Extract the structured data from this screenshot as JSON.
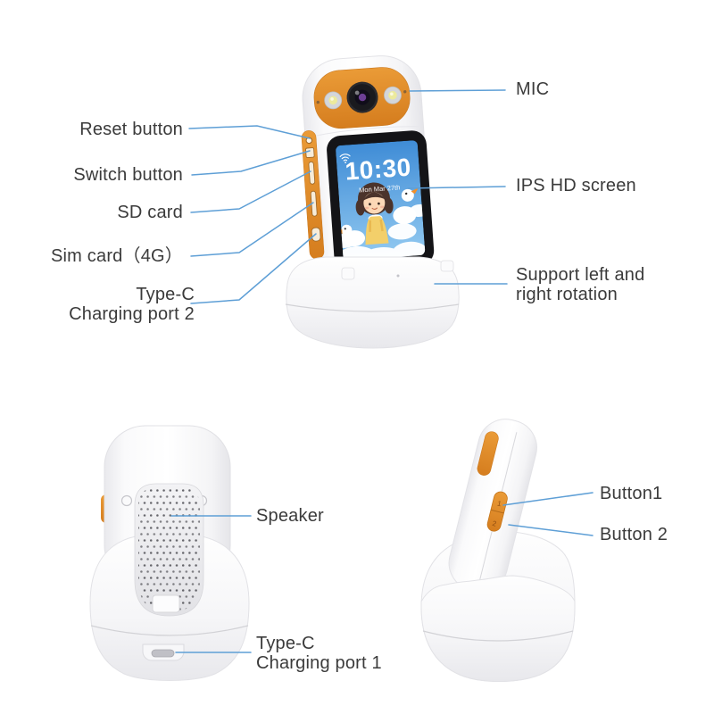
{
  "product_diagram": {
    "views": [
      "front-on-dock",
      "back-on-dock",
      "side-on-dock"
    ],
    "labels": {
      "front": {
        "reset": "Reset button",
        "switch": "Switch button",
        "sd_card": "SD card",
        "sim_card": "Sim card（4G）",
        "typec2_line1": "Type-C",
        "typec2_line2": "Charging port 2",
        "mic": "MIC",
        "ips_screen": "IPS HD screen",
        "rotation_line1": "Support left and",
        "rotation_line2": "right rotation"
      },
      "back": {
        "speaker": "Speaker",
        "typec1_line1": "Type-C",
        "typec1_line2": "Charging port 1"
      },
      "side": {
        "button1": "Button1",
        "button2": "Button 2",
        "button1_mark": "1",
        "button2_mark": "2"
      }
    },
    "screen": {
      "time": "10:30",
      "date": "Mon Mar 27th",
      "status_icon": "wifi-icon",
      "wallpaper": "girl with white geese on clouds, blue sky"
    },
    "colors": {
      "accent_orange": "#DE8727",
      "leader_line_blue": "#5E9FD6",
      "label_text": "#3B3B3B",
      "screen_sky_blue": "#4694DC",
      "bezel_black": "#141417",
      "body_white": "#FFFFFF"
    }
  }
}
